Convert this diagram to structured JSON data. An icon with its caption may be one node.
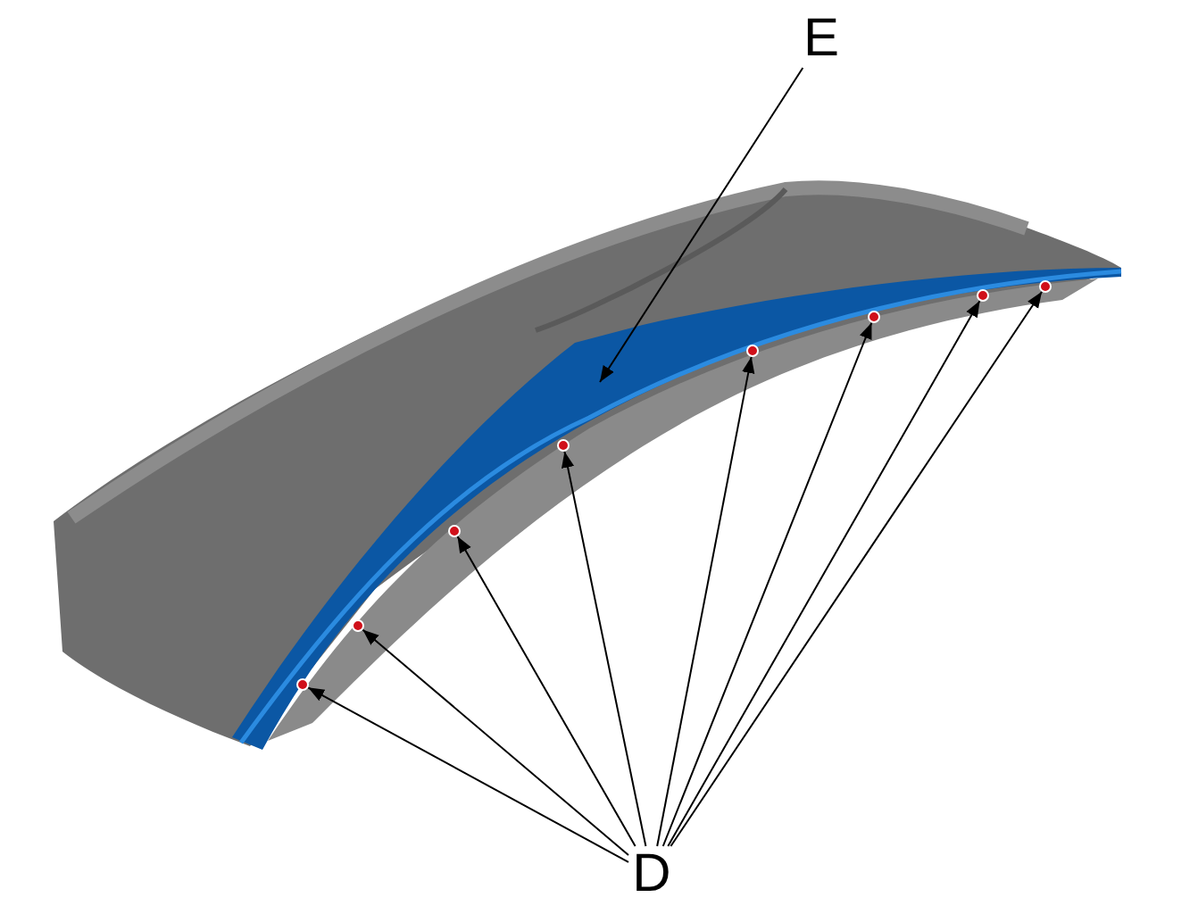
{
  "diagram": {
    "nodes": [
      {
        "text": [
          "E"
        ]
      },
      {
        "text": [
          "D"
        ]
      },
      {
        "text": [],
        "shape": "circle"
      },
      {
        "text": [],
        "shape": "circle"
      },
      {
        "text": [],
        "shape": "circle"
      },
      {
        "text": [],
        "shape": "circle"
      },
      {
        "text": [],
        "shape": "circle"
      },
      {
        "text": [],
        "shape": "circle"
      },
      {
        "text": [],
        "shape": "circle"
      },
      {
        "text": [],
        "shape": "circle"
      }
    ],
    "edges": [
      {
        "from": 0,
        "to": null,
        "arrow": "to"
      },
      {
        "from": 1,
        "to": 2,
        "arrow": "to"
      },
      {
        "from": 1,
        "to": 3,
        "arrow": "to"
      },
      {
        "from": 1,
        "to": 4,
        "arrow": "to"
      },
      {
        "from": 1,
        "to": 5,
        "arrow": "to"
      },
      {
        "from": 1,
        "to": 6,
        "arrow": "to"
      },
      {
        "from": 1,
        "to": 7,
        "arrow": "to"
      },
      {
        "from": 1,
        "to": 8,
        "arrow": "to"
      },
      {
        "from": 1,
        "to": 9,
        "arrow": "to"
      }
    ]
  }
}
